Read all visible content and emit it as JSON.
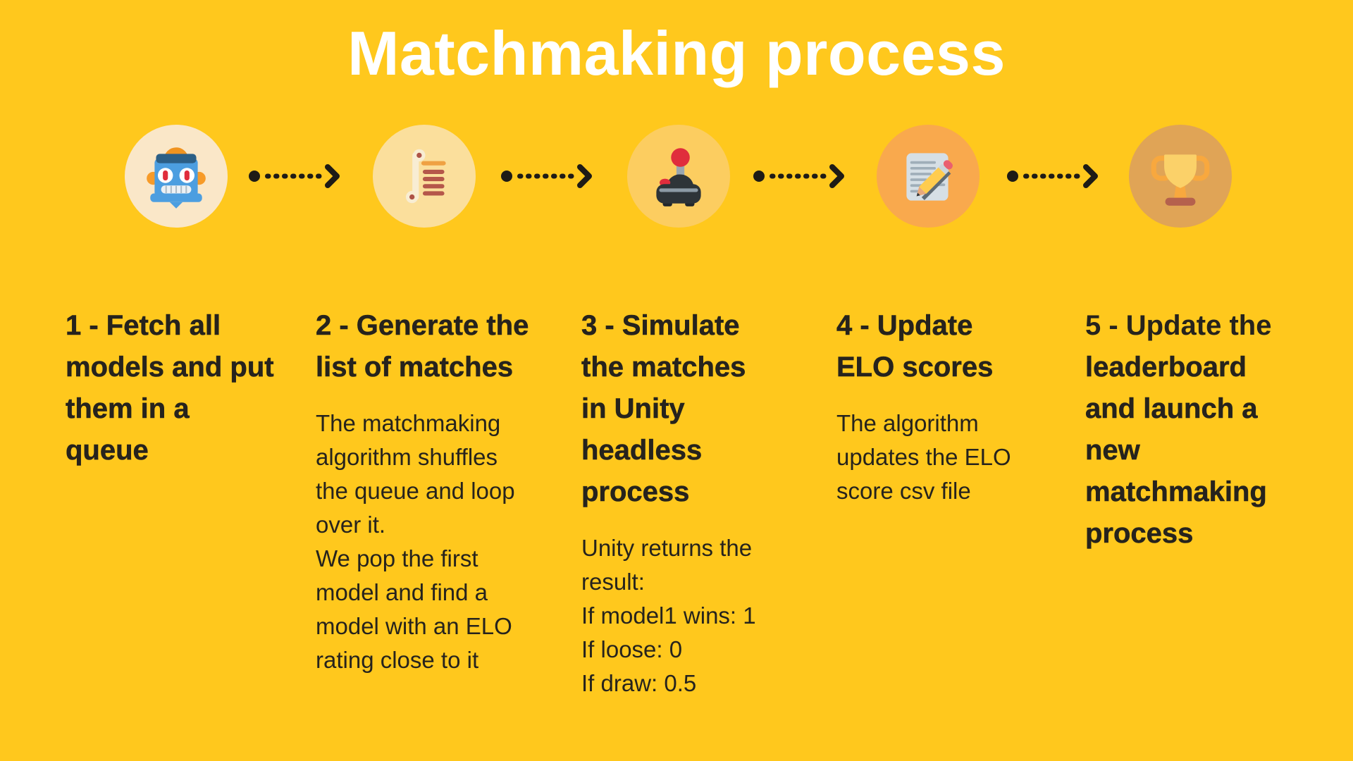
{
  "title": "Matchmaking process",
  "colors": {
    "background": "#FFC81D",
    "title_text": "#FFFFFF",
    "body_text": "#26231D",
    "arrow": "#1E1B16",
    "step_circles": [
      "#FAE7C8",
      "#FBDF9C",
      "#FCCD60",
      "#F9A94D",
      "#E0A456"
    ]
  },
  "steps": [
    {
      "icon": "robot-icon",
      "circle_color": "#FAE7C8",
      "heading": "1 - Fetch all\nmodels and put\nthem in a\nqueue",
      "body": ""
    },
    {
      "icon": "scroll-icon",
      "circle_color": "#FBDF9C",
      "heading": "2 - Generate the\nlist of matches",
      "body": "The matchmaking\nalgorithm shuffles\nthe queue and loop\nover it.\nWe pop the first\nmodel and find a\nmodel with an ELO\nrating close to it"
    },
    {
      "icon": "joystick-icon",
      "circle_color": "#FCCD60",
      "heading": "3 - Simulate\nthe matches\nin Unity\nheadless\nprocess",
      "body": "Unity returns the\nresult:\nIf model1 wins: 1\nIf loose: 0\nIf draw: 0.5"
    },
    {
      "icon": "memo-icon",
      "circle_color": "#F9A94D",
      "heading": "4 - Update\nELO scores",
      "body": "The algorithm\nupdates the ELO\nscore csv file"
    },
    {
      "icon": "trophy-icon",
      "circle_color": "#E0A456",
      "heading_intro": "5 - Update the",
      "heading_rest": "\nleaderboard\nand launch a\nnew\nmatchmaking\nprocess",
      "body": ""
    }
  ]
}
